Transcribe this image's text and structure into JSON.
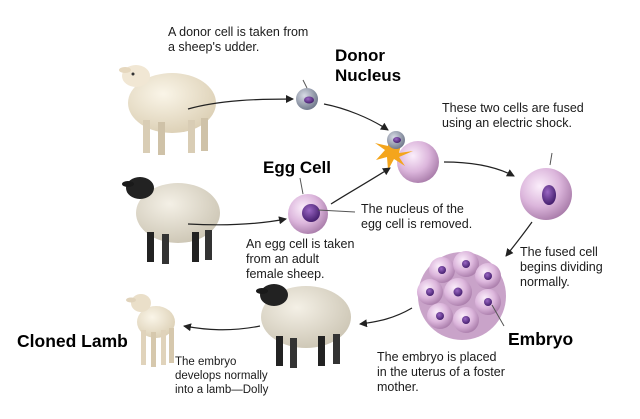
{
  "labels": {
    "donor_nucleus": "Donor\nNucleus",
    "egg_cell": "Egg Cell",
    "cloned_lamb": "Cloned Lamb",
    "embryo": "Embryo"
  },
  "captions": {
    "donor_cell": "A donor cell is taken from\na sheep's udder.",
    "fused": "These two cells are fused\nusing an electric shock.",
    "nucleus_removed": "The nucleus of the\negg cell is removed.",
    "egg_taken": "An egg cell is taken\nfrom an adult\nfemale sheep.",
    "dividing": "The fused cell\nbegins dividing\nnormally.",
    "placed": "The embryo is placed\nin the uterus of a foster\nmother.",
    "develops": "The embryo\ndevelops normally\ninto a lamb—Dolly"
  },
  "colors": {
    "cell_pink": "#dcb6dc",
    "nucleus_purple": "#5a2a86",
    "donor_cell": "#8d97ab",
    "wool_white": "#eee4cf",
    "wool_grey": "#dcd6c6",
    "spark": "#f4a51c",
    "arrow": "#222222"
  }
}
